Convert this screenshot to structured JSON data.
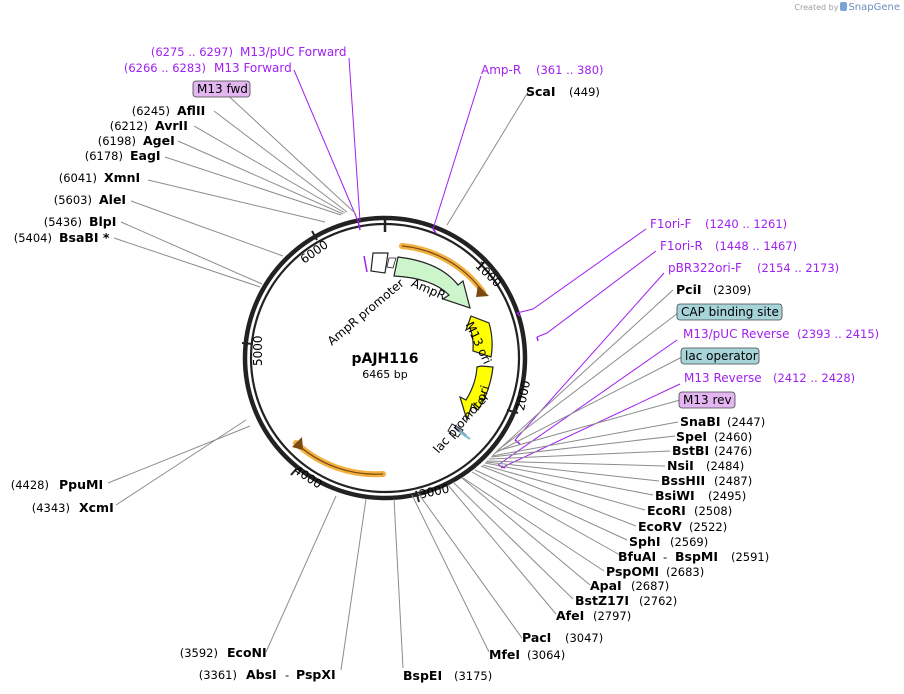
{
  "credit": {
    "prefix": "Created by",
    "brand": "SnapGene"
  },
  "plasmid": {
    "name": "pAJH116",
    "length": "6465 bp",
    "total_bp": 6465
  },
  "ruler": [
    "1000",
    "2000",
    "3000",
    "4000",
    "5000",
    "6000"
  ],
  "features": {
    "ampr_promoter": "AmpR promoter",
    "ampr": "AmpR",
    "m13_ori": "M13 ori",
    "ori": "ori",
    "lac_promoter": "lac promoter"
  },
  "primers": [
    {
      "name": "M13/pUC Forward",
      "range": "(6275 .. 6297)"
    },
    {
      "name": "M13 Forward",
      "range": "(6266 .. 6283)"
    },
    {
      "name": "Amp-R",
      "range": "(361 .. 380)"
    },
    {
      "name": "F1ori-F",
      "range": "(1240 .. 1261)"
    },
    {
      "name": "F1ori-R",
      "range": "(1448 .. 1467)"
    },
    {
      "name": "pBR322ori-F",
      "range": "(2154 .. 2173)"
    },
    {
      "name": "M13/pUC Reverse",
      "range": "(2393 .. 2415)"
    },
    {
      "name": "M13 Reverse",
      "range": "(2412 .. 2428)"
    }
  ],
  "boxed_features": [
    {
      "label": "M13 fwd",
      "color": "#e3b6f2"
    },
    {
      "label": "CAP binding site",
      "color": "#a6d4d9"
    },
    {
      "label": "lac operator",
      "color": "#a6d4d9"
    },
    {
      "label": "M13 rev",
      "color": "#e3b6f2"
    }
  ],
  "sites": [
    {
      "name": "AflII",
      "pos": "(6245)"
    },
    {
      "name": "AvrII",
      "pos": "(6212)"
    },
    {
      "name": "AgeI",
      "pos": "(6198)"
    },
    {
      "name": "EagI",
      "pos": "(6178)"
    },
    {
      "name": "XmnI",
      "pos": "(6041)"
    },
    {
      "name": "AleI",
      "pos": "(5603)"
    },
    {
      "name": "BlpI",
      "pos": "(5436)"
    },
    {
      "name": "BsaBI *",
      "pos": "(5404)"
    },
    {
      "name": "PpuMI",
      "pos": "(4428)"
    },
    {
      "name": "XcmI",
      "pos": "(4343)"
    },
    {
      "name": "EcoNI",
      "pos": "(3592)"
    },
    {
      "name": "AbsI",
      "pos": "(3361)",
      "name2": "PspXI",
      "sep": "-"
    },
    {
      "name": "BspEI",
      "pos": "(3175)"
    },
    {
      "name": "MfeI",
      "pos": "(3064)"
    },
    {
      "name": "PacI",
      "pos": "(3047)"
    },
    {
      "name": "AfeI",
      "pos": "(2797)"
    },
    {
      "name": "BstZ17I",
      "pos": "(2762)"
    },
    {
      "name": "ApaI",
      "pos": "(2687)"
    },
    {
      "name": "PspOMI",
      "pos": "(2683)"
    },
    {
      "name": "BfuAI",
      "pos": "(2591)",
      "name2": "BspMI",
      "sep": "-"
    },
    {
      "name": "SphI",
      "pos": "(2569)"
    },
    {
      "name": "EcoRV",
      "pos": "(2522)"
    },
    {
      "name": "EcoRI",
      "pos": "(2508)"
    },
    {
      "name": "BsiWI",
      "pos": "(2495)"
    },
    {
      "name": "BssHII",
      "pos": "(2487)"
    },
    {
      "name": "NsiI",
      "pos": "(2484)"
    },
    {
      "name": "BstBI",
      "pos": "(2476)"
    },
    {
      "name": "SpeI",
      "pos": "(2460)"
    },
    {
      "name": "SnaBI",
      "pos": "(2447)"
    },
    {
      "name": "ScaI",
      "pos": "(449)"
    },
    {
      "name": "PciI",
      "pos": "(2309)"
    }
  ],
  "colors": {
    "primer": "#a020f0",
    "ampr_fill": "#ccf5cc",
    "ori_fill": "#ffff00",
    "outline_orange": "#f2b040",
    "backbone": "#222222"
  }
}
